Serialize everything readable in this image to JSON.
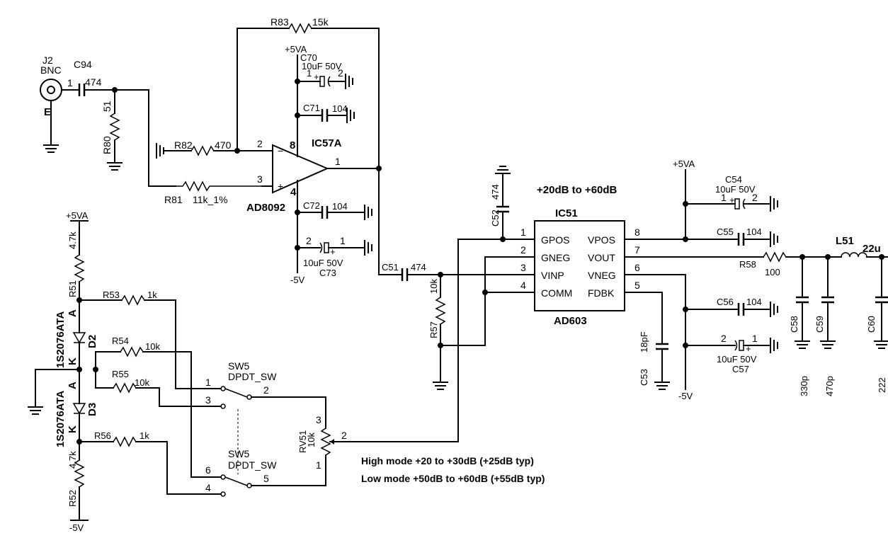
{
  "labels": {
    "j2": "J2",
    "bnc": "BNC",
    "c94": "C94",
    "c94_val": "474",
    "pin1_j2": "1",
    "e_j2": "E",
    "r80": "R80",
    "r80_val": "51",
    "r83": "R83",
    "r83_val": "15k",
    "pwr_5va_top": "+5VA",
    "c70": "C70",
    "c70_val": "10uF 50V",
    "c70_p1": "1",
    "c70_p2": "2",
    "c71": "C71",
    "c71_val": "104",
    "r82": "R82",
    "r82_val": "470",
    "r81": "R81",
    "r81_val": "11k_1%",
    "ic57a": "IC57A",
    "ad8092": "AD8092",
    "op_p8": "8",
    "op_p2": "2",
    "op_p3": "3",
    "op_p1": "1",
    "op_p4": "4",
    "op_minus": "−",
    "op_plus": "+",
    "c72": "C72",
    "c72_val": "104",
    "c73": "C73",
    "c73_val": "10uF 50V",
    "c73_p2": "2",
    "c73_p1": "1",
    "neg5_top": "-5V",
    "c52": "C52",
    "c52_val": "474",
    "gain_title": "+20dB to +60dB",
    "ic51": "IC51",
    "ad603": "AD603",
    "gpos": "GPOS",
    "gneg": "GNEG",
    "vinp": "VINP",
    "comm": "COMM",
    "vpos": "VPOS",
    "vout": "VOUT",
    "vneg": "VNEG",
    "fdbk": "FDBK",
    "p1": "1",
    "p2": "2",
    "p3": "3",
    "p4": "4",
    "p8": "8",
    "p7": "7",
    "p6": "6",
    "p5": "5",
    "c51": "C51",
    "c51_val": "474",
    "r57": "R57",
    "r57_val": "10k",
    "pwr_5va_right": "+5VA",
    "c54": "C54",
    "c54_val": "10uF 50V",
    "c54_p1": "1",
    "c54_p2": "2",
    "c55": "C55",
    "c55_val": "104",
    "r58": "R58",
    "r58_val": "100",
    "l51": "L51",
    "l51_val": "22u",
    "c56": "C56",
    "c56_val": "104",
    "c57": "C57",
    "c57_val": "10uF 50V",
    "c57_p2": "2",
    "c57_p1": "1",
    "c53": "C53",
    "c53_val": "18pF",
    "neg5_right": "-5V",
    "c58": "C58",
    "c58_val": "330p",
    "c59": "C59",
    "c59_val": "470p",
    "c60": "C60",
    "c60_val": "222",
    "pwr_5va_left": "+5VA",
    "r51": "R51",
    "r51_val": "4.7k",
    "d2_part": "1S2076ATA",
    "d2": "D2",
    "d2_a": "A",
    "d2_k": "K",
    "d3_part": "1S2076ATA",
    "d3": "D3",
    "d3_a": "A",
    "d3_k": "K",
    "r52": "R52",
    "r52_val": "4.7k",
    "neg5_left": "-5V",
    "r53": "R53",
    "r53_val": "1k",
    "r54": "R54",
    "r54_val": "10k",
    "r55": "R55",
    "r55_val": "10k",
    "r56": "R56",
    "r56_val": "1k",
    "sw5_top": "SW5",
    "sw5_top_type": "DPDT_SW",
    "sw5_bot": "SW5",
    "sw5_bot_type": "DPDT_SW",
    "sw_p1": "1",
    "sw_p2": "2",
    "sw_p3": "3",
    "sw_p6": "6",
    "sw_p5": "5",
    "sw_p4": "4",
    "rv51": "RV51",
    "rv51_val": "10k",
    "rv_p3": "3",
    "rv_p2": "2",
    "rv_p1": "1",
    "note_high": "High mode +20 to +30dB (+25dB typ)",
    "note_low": "Low mode +50dB to +60dB (+55dB typ)"
  }
}
